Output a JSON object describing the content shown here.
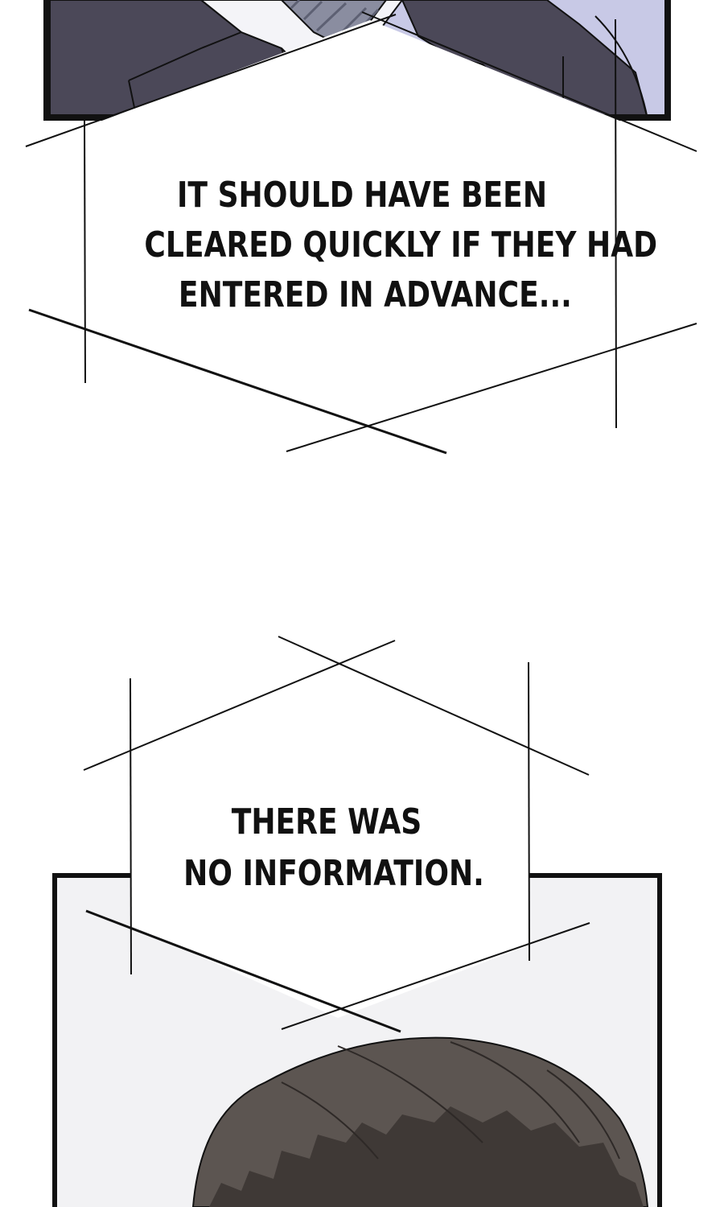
{
  "panels": {
    "top": {
      "subject": "character in dark suit with white shirt and grey striped tie",
      "colors": {
        "jacket": "#4b4858",
        "shirt": "#f4f4f8",
        "tie": "#8a8da0",
        "background": "#c8c9e6",
        "outline": "#111111"
      }
    },
    "bottom": {
      "subject": "top of a character's head with dark brown hair",
      "colors": {
        "hair": "#5c5551",
        "hair_shadow": "#3f3936",
        "background": "#f2f2f4",
        "outline": "#111111"
      }
    }
  },
  "captions": {
    "first": {
      "lines": [
        "IT SHOULD HAVE BEEN",
        "CLEARED QUICKLY IF THEY HAD",
        "ENTERED IN ADVANCE..."
      ]
    },
    "second": {
      "lines": [
        "THERE WAS",
        "NO INFORMATION."
      ]
    }
  }
}
